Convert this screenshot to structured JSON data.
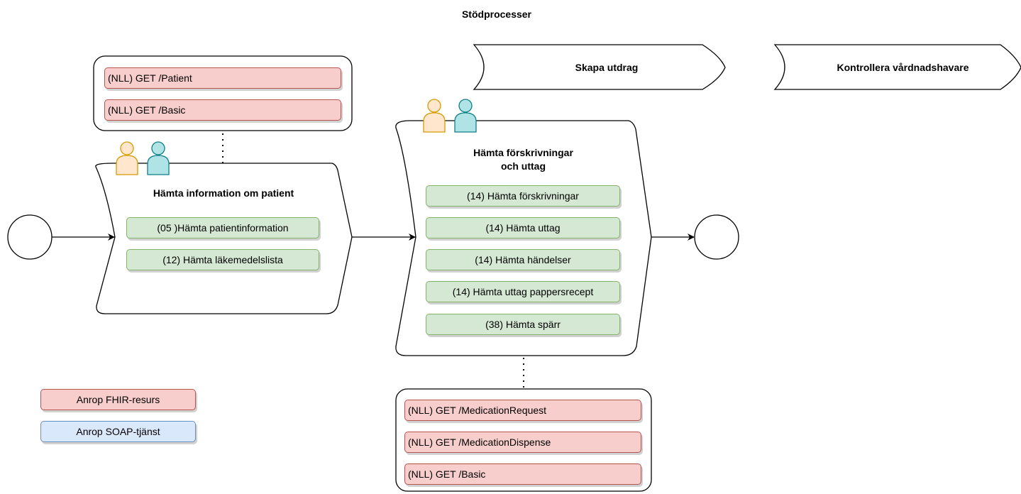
{
  "header": {
    "title": "Stödprocesser"
  },
  "support_processes": [
    {
      "label": "Skapa utdrag"
    },
    {
      "label": "Kontrollera vårdnadshavare"
    }
  ],
  "patient_resources": [
    {
      "label": "(NLL) GET /Patient"
    },
    {
      "label": "(NLL) GET /Basic"
    }
  ],
  "step1": {
    "title": "Hämta information om patient",
    "tasks": [
      {
        "label": "(05 )Hämta patientinformation"
      },
      {
        "label": "(12) Hämta läkemedelslista"
      }
    ]
  },
  "step2": {
    "title_line1": "Hämta förskrivningar",
    "title_line2": "och uttag",
    "tasks": [
      {
        "label": "(14) Hämta förskrivningar"
      },
      {
        "label": "(14) Hämta uttag"
      },
      {
        "label": "(14) Hämta händelser"
      },
      {
        "label": "(14) Hämta uttag pappersrecept"
      },
      {
        "label": "(38) Hämta spärr"
      }
    ]
  },
  "medication_resources": [
    {
      "label": "(NLL) GET /MedicationRequest"
    },
    {
      "label": "(NLL) GET /MedicationDispense"
    },
    {
      "label": "(NLL) GET /Basic"
    }
  ],
  "legend": {
    "fhir": "Anrop FHIR-resurs",
    "soap": "Anrop SOAP-tjänst"
  },
  "colors": {
    "fhir_fill": "#f8cecc",
    "fhir_stroke": "#b85450",
    "task_fill": "#d5e8d4",
    "task_stroke": "#82b366",
    "soap_fill": "#dae8fc",
    "soap_stroke": "#6c8ebf",
    "actor1_fill": "#ffe6cc",
    "actor1_stroke": "#d79b00",
    "actor2_fill": "#b0e3e6",
    "actor2_stroke": "#0e8088"
  },
  "icons": [
    "user-icon",
    "user-icon"
  ]
}
